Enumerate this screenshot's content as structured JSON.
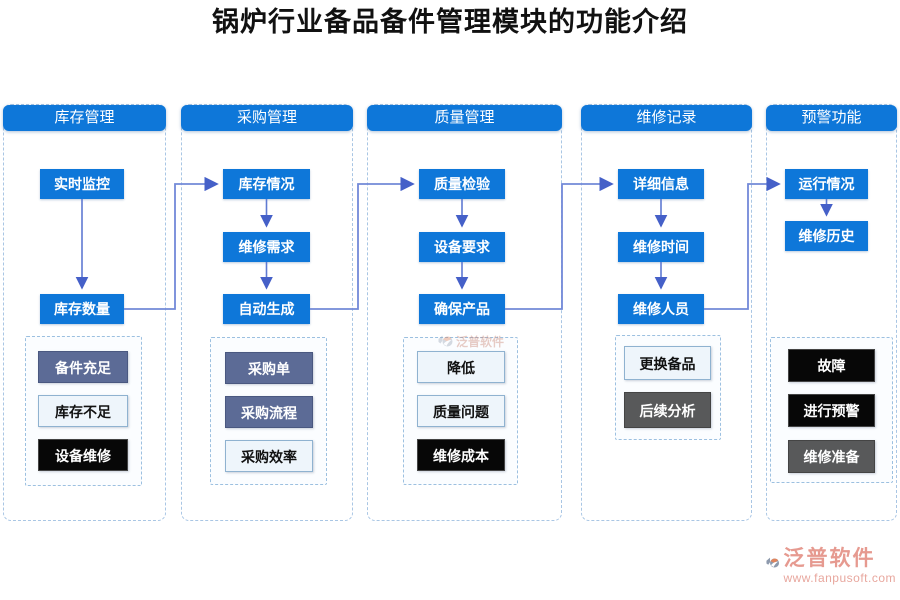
{
  "title": "锅炉行业备品备件管理模块的功能介绍",
  "columns": [
    {
      "header": "库存管理",
      "flow": [
        "实时监控",
        "库存数量"
      ],
      "group": [
        {
          "label": "备件充足",
          "style": "slate"
        },
        {
          "label": "库存不足",
          "style": "light"
        },
        {
          "label": "设备维修",
          "style": "black"
        }
      ]
    },
    {
      "header": "采购管理",
      "flow": [
        "库存情况",
        "维修需求",
        "自动生成"
      ],
      "group": [
        {
          "label": "采购单",
          "style": "slate"
        },
        {
          "label": "采购流程",
          "style": "slate"
        },
        {
          "label": "采购效率",
          "style": "light"
        }
      ]
    },
    {
      "header": "质量管理",
      "flow": [
        "质量检验",
        "设备要求",
        "确保产品"
      ],
      "group": [
        {
          "label": "降低",
          "style": "light"
        },
        {
          "label": "质量问题",
          "style": "light"
        },
        {
          "label": "维修成本",
          "style": "black"
        }
      ]
    },
    {
      "header": "维修记录",
      "flow": [
        "详细信息",
        "维修时间",
        "维修人员"
      ],
      "group": [
        {
          "label": "更换备品",
          "style": "light"
        },
        {
          "label": "后续分析",
          "style": "gray"
        }
      ]
    },
    {
      "header": "预警功能",
      "flow": [
        "运行情况",
        "维修历史"
      ],
      "group": [
        {
          "label": "故障",
          "style": "black"
        },
        {
          "label": "进行预警",
          "style": "black"
        },
        {
          "label": "维修准备",
          "style": "gray"
        }
      ]
    }
  ],
  "watermark": {
    "text": "泛普软件"
  },
  "footer_logo": {
    "name": "泛普软件",
    "url": "www.fanpusoft.com"
  },
  "colors": {
    "primary_blue": "#0e77d9",
    "slate_box": "#5c6b96",
    "light_box": "#eef5fb",
    "black_box": "#070707",
    "gray_box": "#58595a",
    "dashed_border": "#a9c6e4",
    "arrow_line": "#7289d8",
    "arrow_head": "#4560c8",
    "logo_salmon": "#e69a90"
  }
}
